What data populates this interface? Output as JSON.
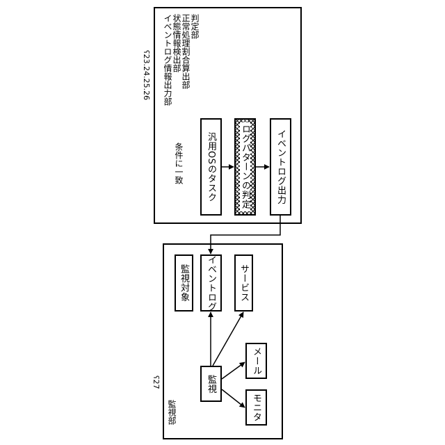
{
  "top_frame": {
    "ref": "ʕ23.24.25.26",
    "unit_labels": [
      "判定部",
      "正常処理割合算出部",
      "状態情報検出部",
      "イベントログ情報出力部"
    ],
    "condition_label": "条件に一致",
    "nodes": {
      "general_os_task": "汎用OSのタスク",
      "log_pattern_judgment": "ログパターンの判定",
      "event_log_output": "イベントログ出力"
    }
  },
  "bottom_frame": {
    "ref": "ʕ27",
    "unit_label": "監視部",
    "nodes": {
      "monitoring_target": "監視対象",
      "event_log": "イベントログ",
      "service": "サービス",
      "monitor": "監視",
      "mail": "メール",
      "display": "モニタ"
    }
  },
  "colors": {
    "line": "#000000",
    "background": "#ffffff"
  }
}
